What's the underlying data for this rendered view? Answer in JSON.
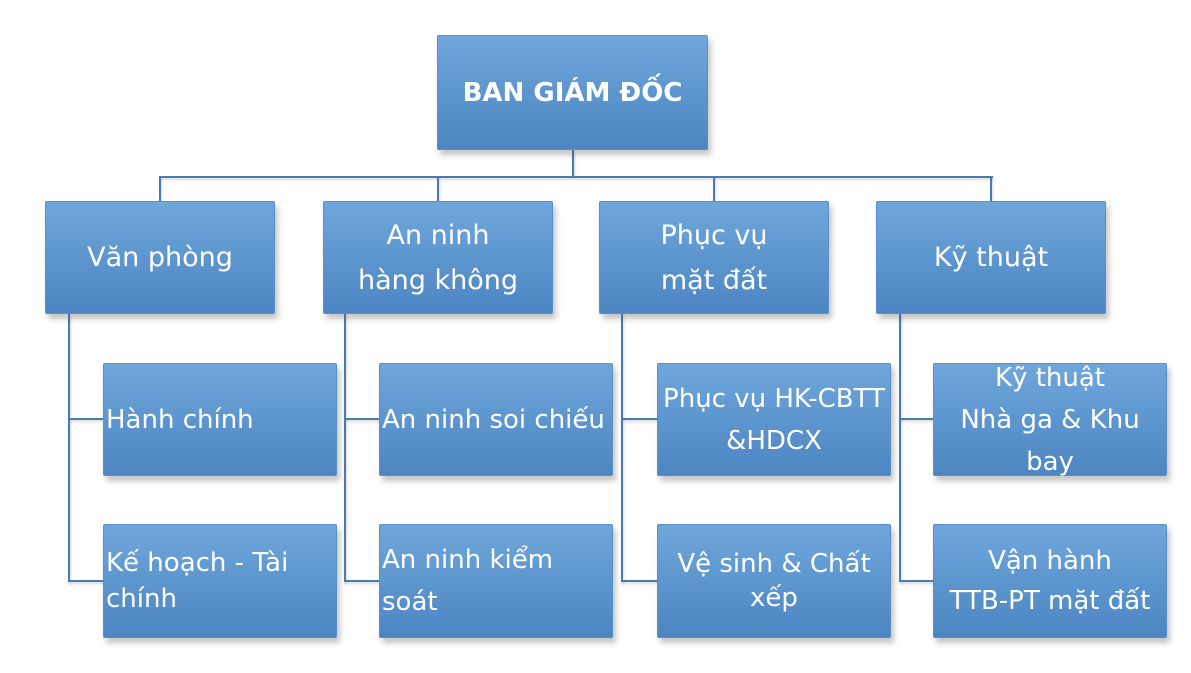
{
  "diagram": {
    "type": "org-chart",
    "root": {
      "label": "BAN GIÁM ĐỐC"
    },
    "branches": [
      {
        "label": "Văn phòng",
        "children": [
          {
            "label": "Hành chính"
          },
          {
            "label": "Kế hoạch - Tài\nchính"
          }
        ]
      },
      {
        "label": "An ninh\nhàng không",
        "children": [
          {
            "label": "An ninh soi chiếu"
          },
          {
            "label": "An ninh kiểm soát"
          }
        ]
      },
      {
        "label": "Phục vụ\nmặt đất",
        "children": [
          {
            "label": "Phục vụ HK-CBTT\n&HDCX"
          },
          {
            "label": "Vệ sinh & Chất\nxếp"
          }
        ]
      },
      {
        "label": "Kỹ thuật",
        "children": [
          {
            "label": "Kỹ thuật\nNhà ga & Khu bay"
          },
          {
            "label": "Vận hành\nTTB-PT mặt đất"
          }
        ]
      }
    ],
    "colors": {
      "background": "#FFFFFF",
      "box_gradient_top": "#6FA7DC",
      "box_gradient_bottom": "#4C85C1",
      "box_border": "#5590C9",
      "connector": "#4A7BAD",
      "text": "#FFFFFF"
    }
  }
}
